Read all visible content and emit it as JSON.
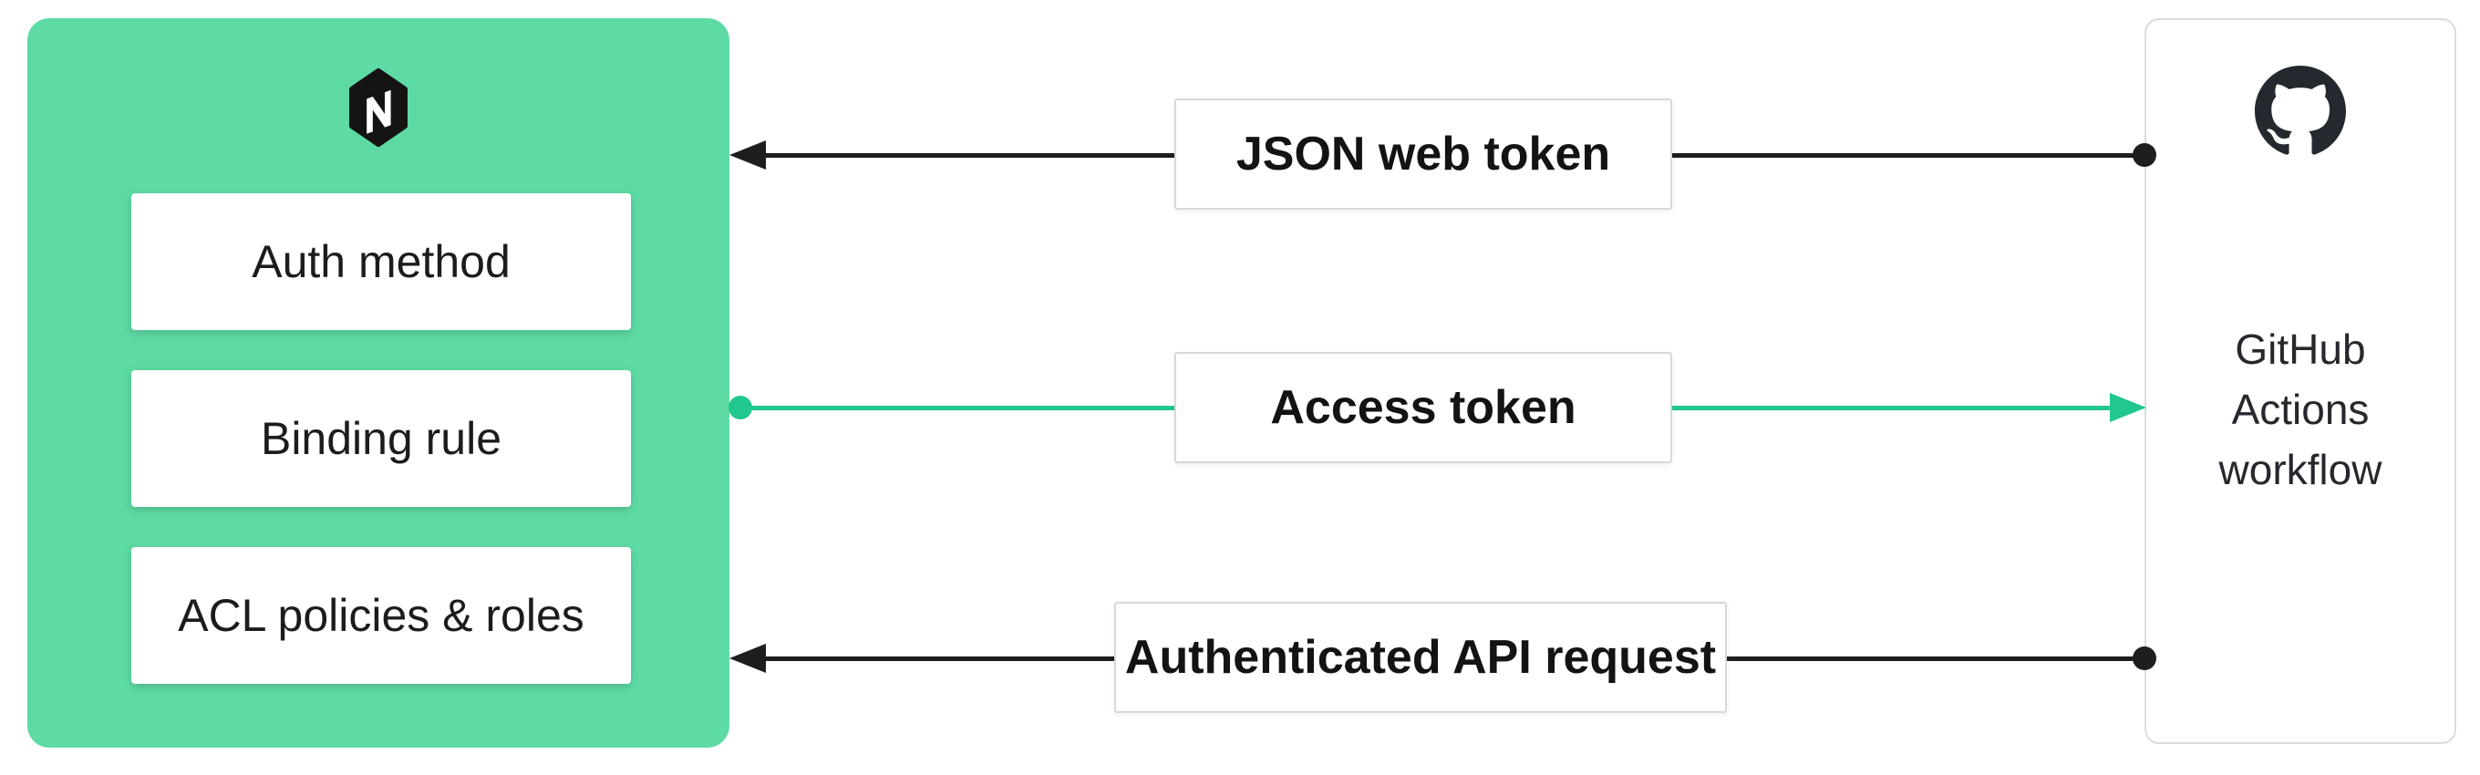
{
  "colors": {
    "nomad_panel_green": "#5edba4",
    "accent_green": "#22c78d",
    "arrow_black": "#1e1e1e",
    "label_border_gray": "#d8d8d8",
    "github_border_gray": "#d9dce0",
    "text_dark": "#1c1c1c",
    "github_logo_dark": "#24292f"
  },
  "nomad_panel": {
    "icon": "nomad-hexagon-icon",
    "items": [
      {
        "label": "Auth method"
      },
      {
        "label": "Binding rule"
      },
      {
        "label": "ACL policies & roles"
      }
    ]
  },
  "github_panel": {
    "icon": "github-octocat-icon",
    "lines": [
      "GitHub",
      "Actions",
      "workflow"
    ]
  },
  "flows": [
    {
      "label": "JSON web token",
      "from": "github-panel",
      "to": "nomad-panel",
      "color": "#1e1e1e",
      "direction": "right-to-left"
    },
    {
      "label": "Access token",
      "from": "nomad-panel",
      "to": "github-panel",
      "color": "#22c78d",
      "direction": "left-to-right"
    },
    {
      "label": "Authenticated API request",
      "from": "github-panel",
      "to": "nomad-panel",
      "color": "#1e1e1e",
      "direction": "right-to-left"
    }
  ]
}
